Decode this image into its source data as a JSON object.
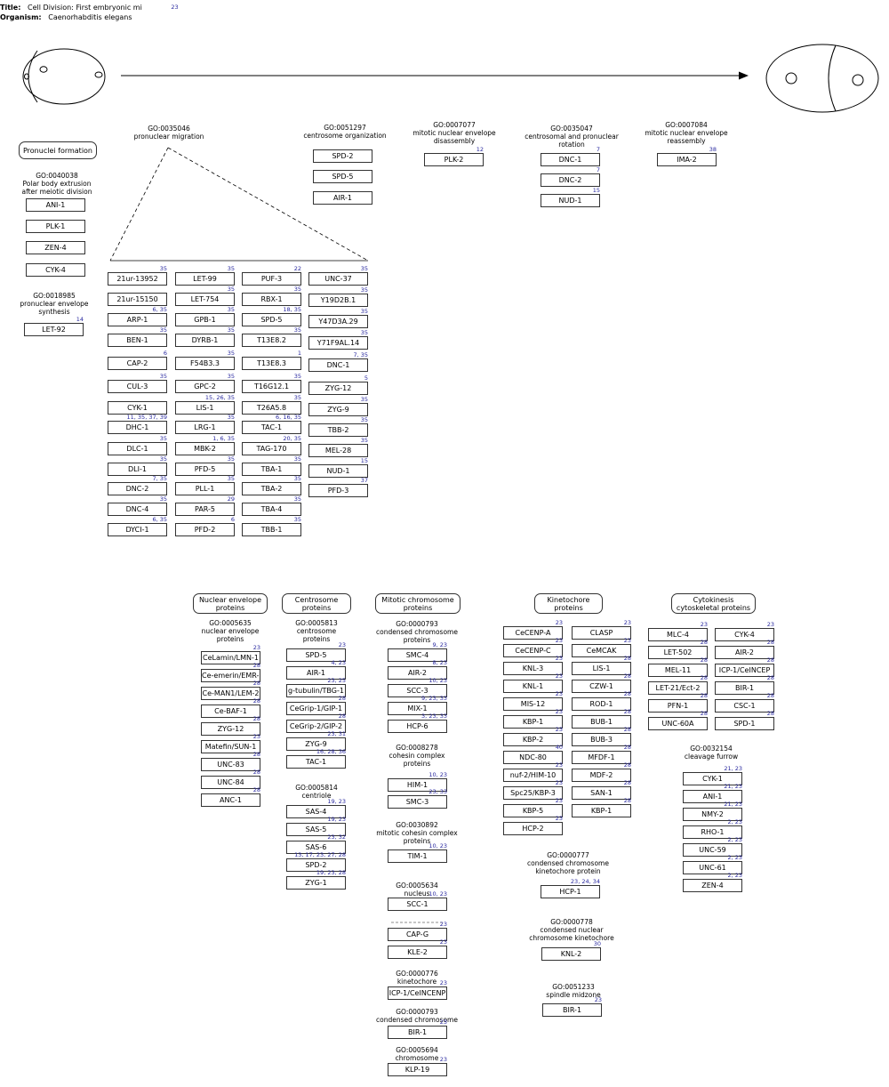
{
  "header": {
    "title_label": "Title:",
    "title": "Cell Division: First embryonic mi",
    "title_ref": "23",
    "organism_label": "Organism:",
    "organism": "Caenorhabditis elegans"
  },
  "categories": [
    {
      "label": "Pronuclei formation"
    },
    {
      "label": "Nuclear envelope proteins"
    },
    {
      "label": "Centrosome proteins"
    },
    {
      "label": "Mitotic chromosome proteins"
    },
    {
      "label": "Kinetochore proteins"
    },
    {
      "label": "Cytokinesis cytoskeletal proteins"
    }
  ],
  "go_terms": [
    {
      "id": "GO:0035046",
      "name": "pronuclear migration"
    },
    {
      "id": "GO:0051297",
      "name": "centrosome organization"
    },
    {
      "id": "GO:0007077",
      "name": "mitotic nuclear envelope disassembly"
    },
    {
      "id": "GO:0035047",
      "name": "centrosomal and pronuclear rotation"
    },
    {
      "id": "GO:0007084",
      "name": "mitotic nuclear envelope reassembly"
    },
    {
      "id": "GO:0040038",
      "name": "Polar body extrusion after meiotic division"
    },
    {
      "id": "GO:0018985",
      "name": "pronuclear envelope synthesis"
    },
    {
      "id": "GO:0005635",
      "name": "nuclear envelope proteins"
    },
    {
      "id": "GO:0005813",
      "name": "centrosome proteins"
    },
    {
      "id": "GO:0005814",
      "name": "centriole"
    },
    {
      "id": "GO:0000793",
      "name": "condensed chromosome proteins"
    },
    {
      "id": "GO:0008278",
      "name": "cohesin complex proteins"
    },
    {
      "id": "GO:0030892",
      "name": "mitotic cohesin complex proteins"
    },
    {
      "id": "GO:0005634",
      "name": "nucleus"
    },
    {
      "id": "GO:0000776",
      "name": "kinetochore"
    },
    {
      "id": "GO:0000793",
      "name": "condensed chromosome"
    },
    {
      "id": "GO:0005694",
      "name": "chromosome"
    },
    {
      "id": "GO:0000777",
      "name": "condensed chromosome kinetochore protein"
    },
    {
      "id": "GO:0000778",
      "name": "condensed nuclear chromosome kinetochore"
    },
    {
      "id": "GO:0051233",
      "name": "spindle midzone"
    },
    {
      "id": "GO:0032154",
      "name": "cleavage furrow"
    }
  ],
  "genes": [
    {
      "label": "SPD-2"
    },
    {
      "label": "SPD-5"
    },
    {
      "label": "AIR-1"
    },
    {
      "label": "PLK-2",
      "ref": "12"
    },
    {
      "label": "DNC-1",
      "ref": "7"
    },
    {
      "label": "DNC-2",
      "ref": "7"
    },
    {
      "label": "NUD-1",
      "ref": "15"
    },
    {
      "label": "IMA-2",
      "ref": "38"
    },
    {
      "label": "ANI-1"
    },
    {
      "label": "PLK-1"
    },
    {
      "label": "ZEN-4"
    },
    {
      "label": "CYK-4"
    },
    {
      "label": "LET-92",
      "ref": "14"
    },
    {
      "label": "21ur-13952",
      "ref": "35"
    },
    {
      "label": "21ur-15150"
    },
    {
      "label": "ARP-1",
      "ref": "6, 35"
    },
    {
      "label": "BEN-1",
      "ref": "35"
    },
    {
      "label": "CAP-2",
      "ref": "6"
    },
    {
      "label": "CUL-3",
      "ref": "35"
    },
    {
      "label": "CYK-1"
    },
    {
      "label": "DHC-1",
      "ref": "11, 35, 37, 39"
    },
    {
      "label": "DLC-1",
      "ref": "35"
    },
    {
      "label": "DLI-1",
      "ref": "35"
    },
    {
      "label": "DNC-2",
      "ref": "7, 35"
    },
    {
      "label": "DNC-4",
      "ref": "35"
    },
    {
      "label": "DYCI-1",
      "ref": "6, 35"
    },
    {
      "label": "LET-99",
      "ref": "35"
    },
    {
      "label": "LET-754",
      "ref": "35"
    },
    {
      "label": "GPB-1",
      "ref": "35"
    },
    {
      "label": "DYRB-1",
      "ref": "35"
    },
    {
      "label": "F54B3.3",
      "ref": "35"
    },
    {
      "label": "GPC-2",
      "ref": "35"
    },
    {
      "label": "LIS-1",
      "ref": "15, 26, 35"
    },
    {
      "label": "LRG-1",
      "ref": "35"
    },
    {
      "label": "MBK-2",
      "ref": "1, 6, 35"
    },
    {
      "label": "PFD-5",
      "ref": "35"
    },
    {
      "label": "PLL-1",
      "ref": "35"
    },
    {
      "label": "PAR-5",
      "ref": "29"
    },
    {
      "label": "PFD-2",
      "ref": "6"
    },
    {
      "label": "PUF-3",
      "ref": "22"
    },
    {
      "label": "RBX-1",
      "ref": "35"
    },
    {
      "label": "SPD-5",
      "ref": "18, 35"
    },
    {
      "label": "T13E8.2",
      "ref": "35"
    },
    {
      "label": "T13E8.3",
      "ref": "1"
    },
    {
      "label": "T16G12.1",
      "ref": "35"
    },
    {
      "label": "T26A5.8",
      "ref": "35"
    },
    {
      "label": "TAC-1",
      "ref": "6, 16, 35"
    },
    {
      "label": "TAG-170",
      "ref": "20, 35"
    },
    {
      "label": "TBA-1",
      "ref": "35"
    },
    {
      "label": "TBA-2",
      "ref": "35"
    },
    {
      "label": "TBA-4",
      "ref": "35"
    },
    {
      "label": "TBB-1",
      "ref": "35"
    },
    {
      "label": "UNC-37",
      "ref": "35"
    },
    {
      "label": "Y19D2B.1",
      "ref": "35"
    },
    {
      "label": "Y47D3A.29",
      "ref": "35"
    },
    {
      "label": "Y71F9AL.14",
      "ref": "35"
    },
    {
      "label": "DNC-1",
      "ref": "7, 35"
    },
    {
      "label": "ZYG-12",
      "ref": "5"
    },
    {
      "label": "ZYG-9",
      "ref": "35"
    },
    {
      "label": "TBB-2",
      "ref": "35"
    },
    {
      "label": "MEL-28",
      "ref": "35"
    },
    {
      "label": "NUD-1",
      "ref": "15"
    },
    {
      "label": "PFD-3",
      "ref": "37"
    },
    {
      "label": "CeLamin/LMN-1",
      "ref": "23"
    },
    {
      "label": "Ce-emerin/EMR-1",
      "ref": "28"
    },
    {
      "label": "Ce-MAN1/LEM-2",
      "ref": "28"
    },
    {
      "label": "Ce-BAF-1",
      "ref": "28"
    },
    {
      "label": "ZYG-12",
      "ref": "28"
    },
    {
      "label": "Matefin/SUN-1",
      "ref": "23"
    },
    {
      "label": "UNC-83",
      "ref": "28"
    },
    {
      "label": "UNC-84",
      "ref": "28"
    },
    {
      "label": "ANC-1",
      "ref": "28"
    },
    {
      "label": "SPD-5",
      "ref": "23"
    },
    {
      "label": "AIR-1",
      "ref": "4, 23"
    },
    {
      "label": "g-tubulin/TBG-1",
      "ref": "23, 25"
    },
    {
      "label": "CeGrip-1/GIP-1",
      "ref": "28"
    },
    {
      "label": "CeGrip-2/GIP-2",
      "ref": "28"
    },
    {
      "label": "ZYG-9",
      "ref": "23, 31"
    },
    {
      "label": "TAC-1",
      "ref": "16, 28, 36"
    },
    {
      "label": "SAS-4",
      "ref": "19, 23"
    },
    {
      "label": "SAS-5",
      "ref": "19, 23"
    },
    {
      "label": "SAS-6",
      "ref": "23, 32"
    },
    {
      "label": "SPD-2",
      "ref": "13, 17, 23, 27, 28"
    },
    {
      "label": "ZYG-1",
      "ref": "19, 23, 28"
    },
    {
      "label": "SMC-4",
      "ref": "9, 23"
    },
    {
      "label": "AIR-2",
      "ref": "8, 23"
    },
    {
      "label": "SCC-3",
      "ref": "10, 23"
    },
    {
      "label": "MIX-1",
      "ref": "9, 23, 33"
    },
    {
      "label": "HCP-6",
      "ref": "3, 23, 33"
    },
    {
      "label": "HIM-1",
      "ref": "10, 23"
    },
    {
      "label": "SMC-3",
      "ref": "23, 33"
    },
    {
      "label": "TIM-1",
      "ref": "10, 23"
    },
    {
      "label": "SCC-1",
      "ref": "10, 23"
    },
    {
      "label": "CAP-G",
      "ref": "23"
    },
    {
      "label": "KLE-2",
      "ref": "23"
    },
    {
      "label": "ICP-1/CeINCENP",
      "ref": "23"
    },
    {
      "label": "BIR-1",
      "ref": "23"
    },
    {
      "label": "KLP-19",
      "ref": "23"
    },
    {
      "label": "CeCENP-A",
      "ref": "23"
    },
    {
      "label": "CeCENP-C",
      "ref": "23"
    },
    {
      "label": "KNL-3",
      "ref": "23"
    },
    {
      "label": "KNL-1",
      "ref": "23"
    },
    {
      "label": "MIS-12",
      "ref": "23"
    },
    {
      "label": "KBP-1",
      "ref": "23"
    },
    {
      "label": "KBP-2",
      "ref": "23"
    },
    {
      "label": "NDC-80",
      "ref": "40"
    },
    {
      "label": "nuf-2/HIM-10",
      "ref": "23"
    },
    {
      "label": "Spc25/KBP-3",
      "ref": "23"
    },
    {
      "label": "KBP-5",
      "ref": "23"
    },
    {
      "label": "HCP-2",
      "ref": "23"
    },
    {
      "label": "CLASP",
      "ref": "23"
    },
    {
      "label": "CeMCAK",
      "ref": "23"
    },
    {
      "label": "LIS-1",
      "ref": "28"
    },
    {
      "label": "CZW-1",
      "ref": "28"
    },
    {
      "label": "ROD-1",
      "ref": "28"
    },
    {
      "label": "BUB-1",
      "ref": "28"
    },
    {
      "label": "BUB-3",
      "ref": "28"
    },
    {
      "label": "MFDF-1",
      "ref": "28"
    },
    {
      "label": "MDF-2",
      "ref": "28"
    },
    {
      "label": "SAN-1",
      "ref": "28"
    },
    {
      "label": "KBP-1",
      "ref": "28"
    },
    {
      "label": "HCP-1",
      "ref": "23, 24, 34"
    },
    {
      "label": "KNL-2",
      "ref": "30"
    },
    {
      "label": "BIR-1",
      "ref": "23"
    },
    {
      "label": "MLC-4",
      "ref": "23"
    },
    {
      "label": "LET-502",
      "ref": "28"
    },
    {
      "label": "MEL-11",
      "ref": "28"
    },
    {
      "label": "LET-21/Ect-2",
      "ref": "28"
    },
    {
      "label": "PFN-1",
      "ref": "28"
    },
    {
      "label": "UNC-60A",
      "ref": "28"
    },
    {
      "label": "CYK-4",
      "ref": "23"
    },
    {
      "label": "AIR-2",
      "ref": "28"
    },
    {
      "label": "ICP-1/CeINCEP",
      "ref": "28"
    },
    {
      "label": "BIR-1",
      "ref": "28"
    },
    {
      "label": "CSC-1",
      "ref": "28"
    },
    {
      "label": "SPD-1",
      "ref": "28"
    },
    {
      "label": "CYK-1",
      "ref": "21, 23"
    },
    {
      "label": "ANI-1",
      "ref": "21, 23"
    },
    {
      "label": "NMY-2",
      "ref": "21, 23"
    },
    {
      "label": "RHO-1",
      "ref": "2, 23"
    },
    {
      "label": "UNC-59",
      "ref": "2, 23"
    },
    {
      "label": "UNC-61",
      "ref": "2, 23"
    },
    {
      "label": "ZEN-4",
      "ref": "2, 23"
    }
  ]
}
